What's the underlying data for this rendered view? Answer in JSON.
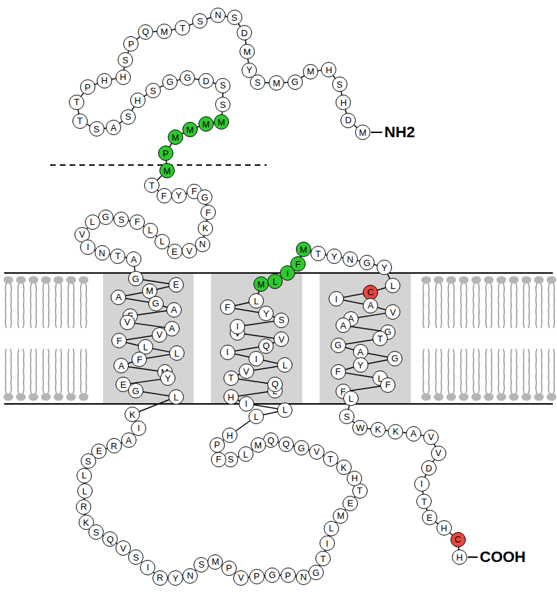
{
  "diagram": {
    "nodes": [
      {
        "text": [
          "M"
        ]
      },
      {
        "text": [
          "D"
        ]
      },
      {
        "text": [
          "H"
        ]
      },
      {
        "text": [
          "S"
        ]
      },
      {
        "text": [
          "H"
        ]
      },
      {
        "text": [
          "M"
        ]
      },
      {
        "text": [
          "G"
        ]
      },
      {
        "text": [
          "M"
        ]
      },
      {
        "text": [
          "S"
        ]
      },
      {
        "text": [
          "Y"
        ]
      },
      {
        "text": [
          "M"
        ]
      },
      {
        "text": [
          "D"
        ]
      },
      {
        "text": [
          "S"
        ]
      },
      {
        "text": [
          "N"
        ]
      },
      {
        "text": [
          "S"
        ]
      },
      {
        "text": [
          "T"
        ]
      },
      {
        "text": [
          "M"
        ]
      },
      {
        "text": [
          "Q"
        ]
      },
      {
        "text": [
          "P"
        ]
      },
      {
        "text": [
          "S"
        ]
      },
      {
        "text": [
          "H"
        ]
      },
      {
        "text": [
          "H"
        ]
      },
      {
        "text": [
          "P"
        ]
      },
      {
        "text": [
          "T"
        ]
      },
      {
        "text": [
          "T"
        ]
      },
      {
        "text": [
          "S"
        ]
      },
      {
        "text": [
          "A"
        ]
      },
      {
        "text": [
          "S"
        ]
      },
      {
        "text": [
          "H"
        ]
      },
      {
        "text": [
          "S"
        ]
      },
      {
        "text": [
          "G"
        ]
      },
      {
        "text": [
          "G"
        ]
      },
      {
        "text": [
          "D"
        ]
      },
      {
        "text": [
          "S"
        ]
      },
      {
        "text": [
          "S"
        ]
      },
      {
        "text": [
          "M"
        ]
      },
      {
        "text": [
          "M"
        ]
      },
      {
        "text": [
          "M"
        ]
      },
      {
        "text": [
          "M"
        ]
      },
      {
        "text": [
          "P"
        ]
      },
      {
        "text": [
          "M"
        ]
      },
      {
        "text": [
          "T"
        ]
      },
      {
        "text": [
          "F"
        ]
      },
      {
        "text": [
          "Y"
        ]
      },
      {
        "text": [
          "F"
        ]
      },
      {
        "text": [
          "G"
        ]
      },
      {
        "text": [
          "F"
        ]
      },
      {
        "text": [
          "K"
        ]
      },
      {
        "text": [
          "N"
        ]
      },
      {
        "text": [
          "V"
        ]
      },
      {
        "text": [
          "E"
        ]
      },
      {
        "text": [
          "L"
        ]
      },
      {
        "text": [
          "L"
        ]
      },
      {
        "text": [
          "F"
        ]
      },
      {
        "text": [
          "S"
        ]
      },
      {
        "text": [
          "G"
        ]
      },
      {
        "text": [
          "L"
        ]
      },
      {
        "text": [
          "V"
        ]
      },
      {
        "text": [
          "I"
        ]
      },
      {
        "text": [
          "N"
        ]
      },
      {
        "text": [
          "T"
        ]
      },
      {
        "text": [
          "A"
        ]
      },
      {
        "text": [
          "G"
        ]
      },
      {
        "text": [
          "E"
        ]
      },
      {
        "text": [
          "M"
        ]
      },
      {
        "text": [
          "A"
        ]
      },
      {
        "text": [
          "G"
        ]
      },
      {
        "text": [
          "A"
        ]
      },
      {
        "text": [
          "F"
        ]
      },
      {
        "text": [
          "V"
        ]
      },
      {
        "text": [
          "A"
        ]
      },
      {
        "text": [
          "V"
        ]
      },
      {
        "text": [
          "F"
        ]
      },
      {
        "text": [
          "L"
        ]
      },
      {
        "text": [
          "L"
        ]
      },
      {
        "text": [
          "F"
        ]
      },
      {
        "text": [
          "A"
        ]
      },
      {
        "text": [
          "M"
        ]
      },
      {
        "text": [
          "Y"
        ]
      },
      {
        "text": [
          "E"
        ]
      },
      {
        "text": [
          "G"
        ]
      },
      {
        "text": [
          "L"
        ]
      },
      {
        "text": [
          "K"
        ]
      },
      {
        "text": [
          "I"
        ]
      },
      {
        "text": [
          "A"
        ]
      },
      {
        "text": [
          "R"
        ]
      },
      {
        "text": [
          "E"
        ]
      },
      {
        "text": [
          "S"
        ]
      },
      {
        "text": [
          "L"
        ]
      },
      {
        "text": [
          "L"
        ]
      },
      {
        "text": [
          "R"
        ]
      },
      {
        "text": [
          "K"
        ]
      },
      {
        "text": [
          "S"
        ]
      },
      {
        "text": [
          "Q"
        ]
      },
      {
        "text": [
          "V"
        ]
      },
      {
        "text": [
          "S"
        ]
      },
      {
        "text": [
          "I"
        ]
      },
      {
        "text": [
          "R"
        ]
      },
      {
        "text": [
          "Y"
        ]
      },
      {
        "text": [
          "N"
        ]
      },
      {
        "text": [
          "S"
        ]
      },
      {
        "text": [
          "M"
        ]
      },
      {
        "text": [
          "P"
        ]
      },
      {
        "text": [
          "V"
        ]
      },
      {
        "text": [
          "P"
        ]
      },
      {
        "text": [
          "G"
        ]
      },
      {
        "text": [
          "P"
        ]
      },
      {
        "text": [
          "N"
        ]
      },
      {
        "text": [
          "G"
        ]
      },
      {
        "text": [
          "T"
        ]
      },
      {
        "text": [
          "I"
        ]
      },
      {
        "text": [
          "L"
        ]
      },
      {
        "text": [
          "M"
        ]
      },
      {
        "text": [
          "E"
        ]
      },
      {
        "text": [
          "T"
        ]
      },
      {
        "text": [
          "H"
        ]
      },
      {
        "text": [
          "K"
        ]
      },
      {
        "text": [
          "T"
        ]
      },
      {
        "text": [
          "V"
        ]
      },
      {
        "text": [
          "G"
        ]
      },
      {
        "text": [
          "Q"
        ]
      },
      {
        "text": [
          "Q"
        ]
      },
      {
        "text": [
          "M"
        ]
      },
      {
        "text": [
          "L"
        ]
      },
      {
        "text": [
          "S"
        ]
      },
      {
        "text": [
          "F"
        ]
      },
      {
        "text": [
          "P"
        ]
      },
      {
        "text": [
          "H"
        ]
      },
      {
        "text": [
          "L"
        ]
      },
      {
        "text": [
          "L"
        ]
      },
      {
        "text": [
          "I"
        ]
      },
      {
        "text": [
          "H"
        ]
      },
      {
        "text": [
          "L"
        ]
      },
      {
        "text": [
          "Q"
        ]
      },
      {
        "text": [
          "T"
        ]
      },
      {
        "text": [
          "V"
        ]
      },
      {
        "text": [
          "L"
        ]
      },
      {
        "text": [
          "I"
        ]
      },
      {
        "text": [
          "I"
        ]
      },
      {
        "text": [
          "Q"
        ]
      },
      {
        "text": [
          "V"
        ]
      },
      {
        "text": [
          "V"
        ]
      },
      {
        "text": [
          "I"
        ]
      },
      {
        "text": [
          "S"
        ]
      },
      {
        "text": [
          "Y"
        ]
      },
      {
        "text": [
          "F"
        ]
      },
      {
        "text": [
          "L"
        ]
      },
      {
        "text": [
          "M"
        ]
      },
      {
        "text": [
          "L"
        ]
      },
      {
        "text": [
          "I"
        ]
      },
      {
        "text": [
          "F"
        ]
      },
      {
        "text": [
          "M"
        ]
      },
      {
        "text": [
          "T"
        ]
      },
      {
        "text": [
          "Y"
        ]
      },
      {
        "text": [
          "N"
        ]
      },
      {
        "text": [
          "G"
        ]
      },
      {
        "text": [
          "Y"
        ]
      },
      {
        "text": [
          "L"
        ]
      },
      {
        "text": [
          "C"
        ]
      },
      {
        "text": [
          "I"
        ]
      },
      {
        "text": [
          "A"
        ]
      },
      {
        "text": [
          "V"
        ]
      },
      {
        "text": [
          "A"
        ]
      },
      {
        "text": [
          "A"
        ]
      },
      {
        "text": [
          "G"
        ]
      },
      {
        "text": [
          "T"
        ]
      },
      {
        "text": [
          "G"
        ]
      },
      {
        "text": [
          "A"
        ]
      },
      {
        "text": [
          "G"
        ]
      },
      {
        "text": [
          "Y"
        ]
      },
      {
        "text": [
          "F"
        ]
      },
      {
        "text": [
          "L"
        ]
      },
      {
        "text": [
          "F"
        ]
      },
      {
        "text": [
          "F"
        ]
      },
      {
        "text": [
          "L"
        ]
      },
      {
        "text": [
          "S"
        ]
      },
      {
        "text": [
          "W"
        ]
      },
      {
        "text": [
          "K"
        ]
      },
      {
        "text": [
          "K"
        ]
      },
      {
        "text": [
          "A"
        ]
      },
      {
        "text": [
          "V"
        ]
      },
      {
        "text": [
          "V"
        ]
      },
      {
        "text": [
          "D"
        ]
      },
      {
        "text": [
          "I"
        ]
      },
      {
        "text": [
          "T"
        ]
      },
      {
        "text": [
          "E"
        ]
      },
      {
        "text": [
          "H"
        ]
      },
      {
        "text": [
          "C"
        ]
      },
      {
        "text": [
          "H"
        ]
      }
    ],
    "labels": [
      "NH2",
      "COOH"
    ]
  }
}
